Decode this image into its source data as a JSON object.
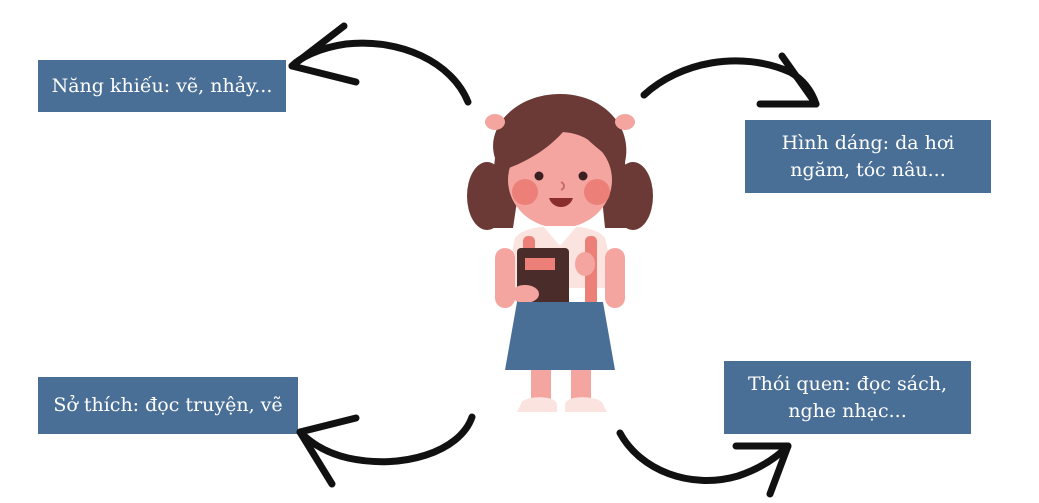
{
  "labels": {
    "talent": "Năng khiếu: vẽ, nhảy...",
    "appearance_line1": "Hình dáng: da hơi",
    "appearance_line2": "ngăm, tóc nâu...",
    "hobby": "Sở thích: đọc truyện, vẽ",
    "habit_line1": "Thói quen: đọc sách,",
    "habit_line2": "nghe nhạc..."
  },
  "colors": {
    "box": "#4a6f96",
    "box_text": "#ffffff",
    "arrow": "#111111",
    "hair": "#6b3a36",
    "skin": "#f4a5a0",
    "shirt": "#fbe3df",
    "skirt": "#4a6f96",
    "book": "#4a2c2b"
  },
  "icons": {
    "center": "girl-with-book-illustration",
    "arrows": "curved-arrow-icon"
  }
}
